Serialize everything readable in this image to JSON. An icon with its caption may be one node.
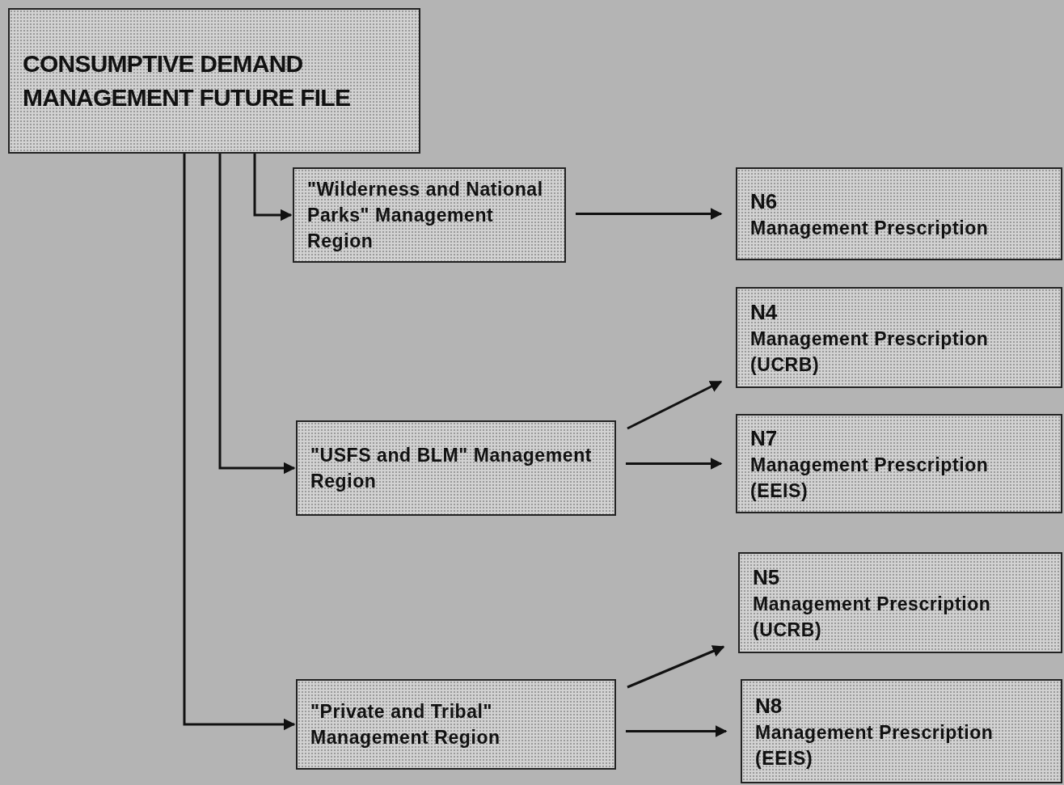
{
  "diagram": {
    "nodes": [
      {
        "text": [
          "CONSUMPTIVE DEMAND MANAGEMENT FUTURE FILE"
        ]
      },
      {
        "text": [
          "\"Wilderness and National Parks\" Management Region"
        ]
      },
      {
        "text": [
          "N6",
          "Management Prescription"
        ]
      },
      {
        "text": [
          "\"USFS and BLM\" Management Region"
        ]
      },
      {
        "text": [
          "N4",
          "Management Prescription (UCRB)"
        ]
      },
      {
        "text": [
          "N7",
          "Management Prescription (EEIS)"
        ]
      },
      {
        "text": [
          "\"Private and Tribal\" Management Region"
        ]
      },
      {
        "text": [
          "N5",
          "Management Prescription (UCRB)"
        ]
      },
      {
        "text": [
          "N8",
          "Management Prescription (EEIS)"
        ]
      }
    ],
    "edges": [
      {
        "from": 0,
        "to": 1,
        "arrow": "to"
      },
      {
        "from": 0,
        "to": 3,
        "arrow": "to"
      },
      {
        "from": 0,
        "to": 6,
        "arrow": "to"
      },
      {
        "from": 1,
        "to": 2,
        "arrow": "to"
      },
      {
        "from": 3,
        "to": 4,
        "arrow": "to"
      },
      {
        "from": 3,
        "to": 5,
        "arrow": "to"
      },
      {
        "from": 6,
        "to": 7,
        "arrow": "to"
      },
      {
        "from": 6,
        "to": 8,
        "arrow": "to"
      }
    ]
  }
}
